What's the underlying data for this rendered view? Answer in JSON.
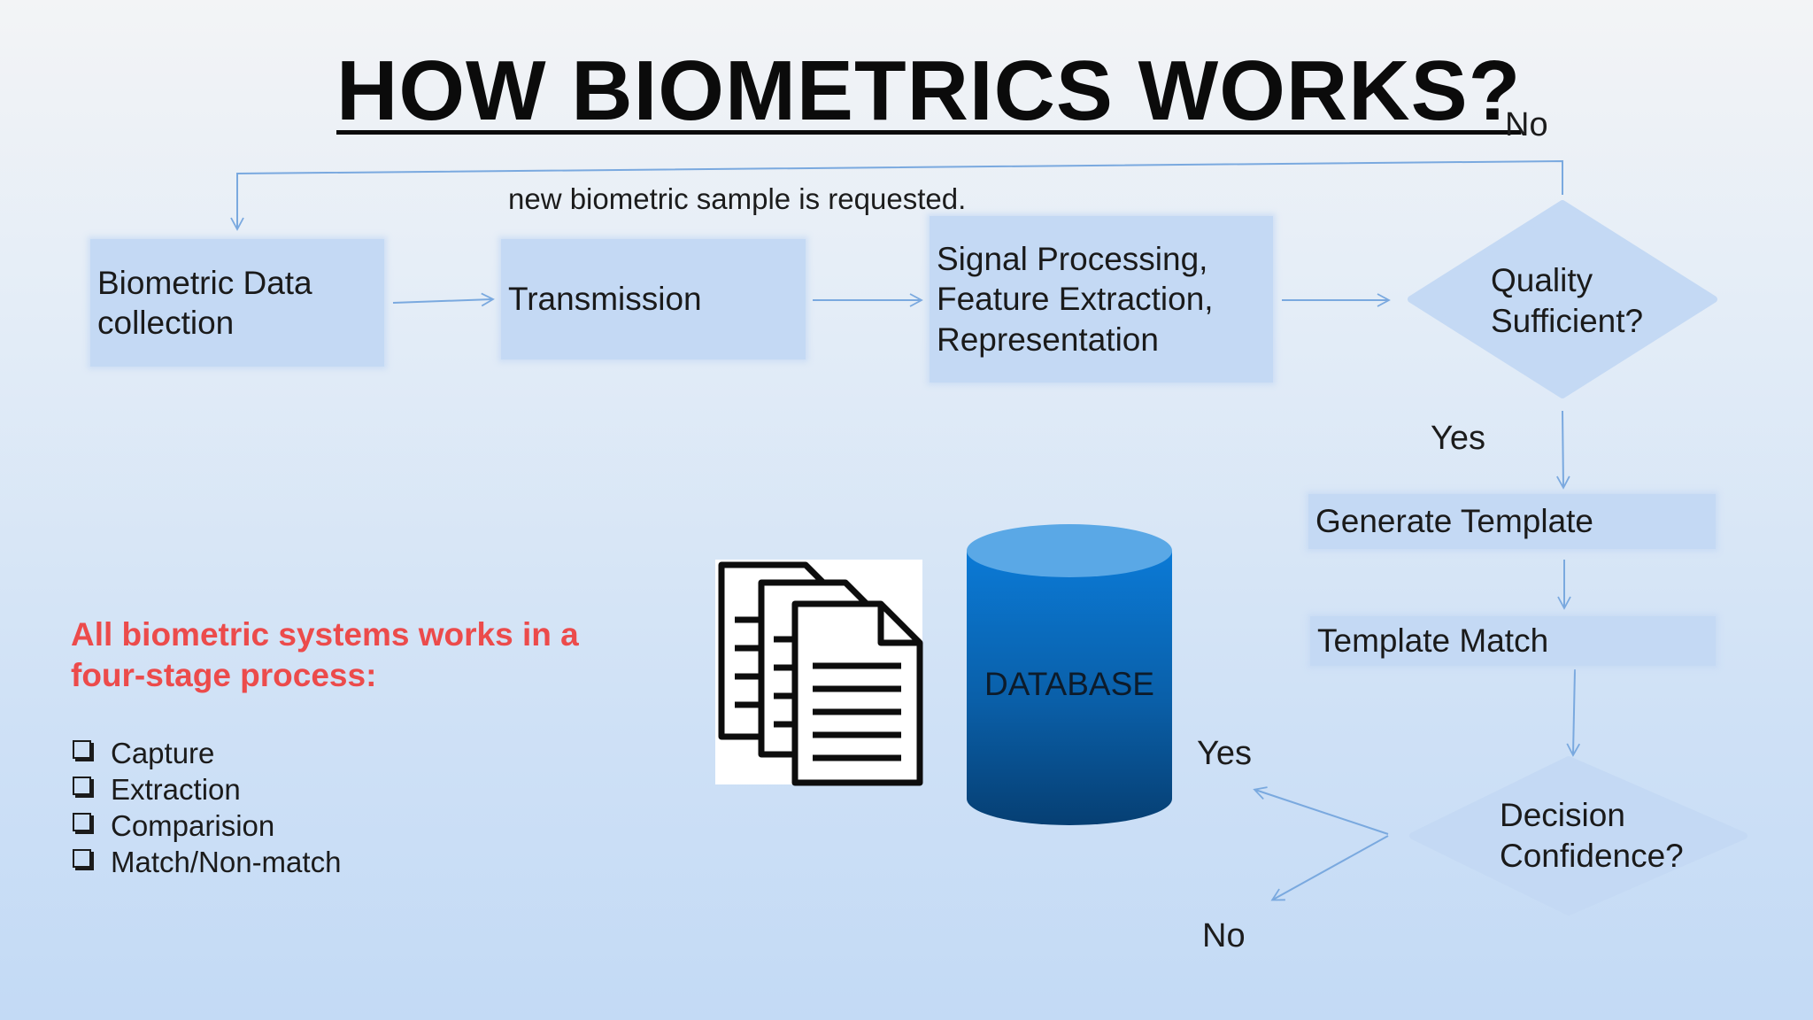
{
  "title": "HOW BIOMETRICS WORKS?",
  "flow": {
    "loop_no_label": "No",
    "loop_note": "new biometric sample is requested.",
    "yes_quality_label": "Yes",
    "yes_decision_label": "Yes",
    "no_decision_label": "No",
    "nodes": {
      "collection": "Biometric Data\ncollection",
      "transmission": "Transmission",
      "processing": "Signal Processing,\nFeature Extraction,\nRepresentation",
      "quality": "Quality\nSufficient?",
      "generate": "Generate Template",
      "match": "Template Match",
      "decision": "Decision\nConfidence?"
    }
  },
  "database_label": "DATABASE",
  "intro": "All biometric systems works in a four-stage process:",
  "steps": [
    "Capture",
    "Extraction",
    "Comparision",
    "Match/Non-match"
  ],
  "colors": {
    "node_fill": "#c4d9f4",
    "connector": "#7aa9df",
    "intro_text": "#ec4b4b",
    "database_blue": "#1269b8"
  },
  "icons": [
    "documents-icon",
    "database-cylinder-icon"
  ]
}
